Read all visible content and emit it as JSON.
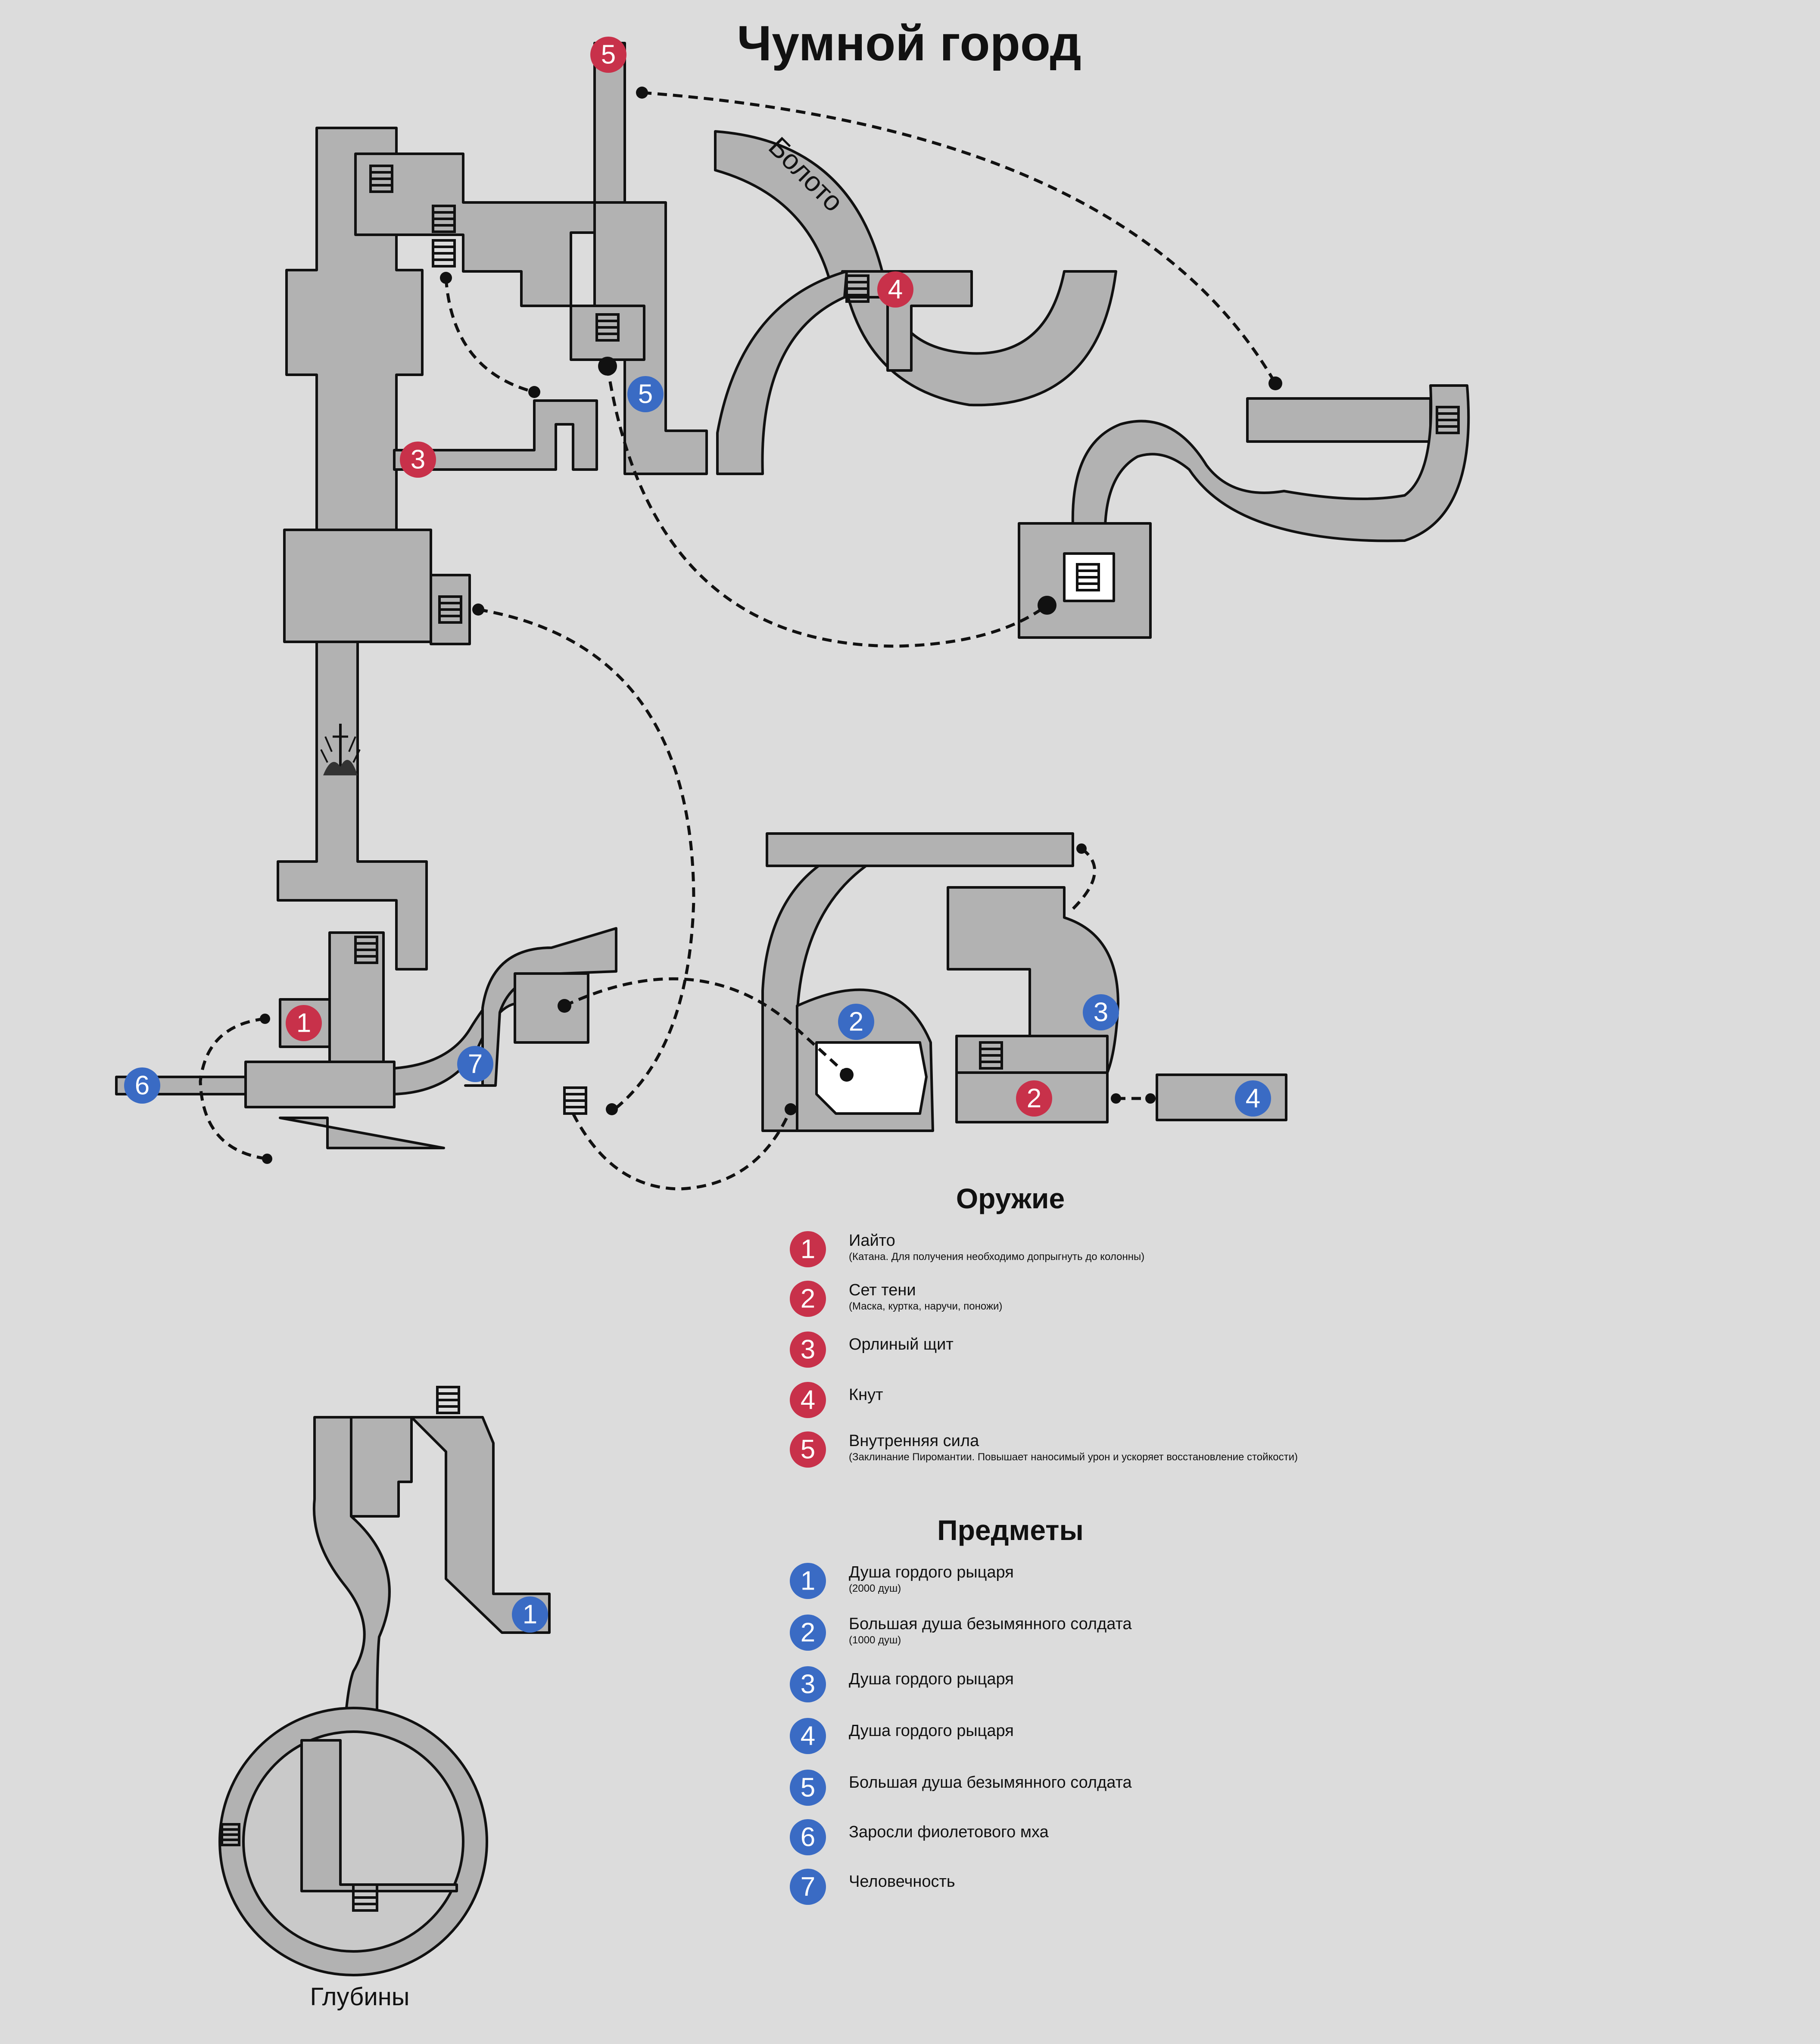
{
  "title": "Чумной город",
  "labels": {
    "swamp": "Болото",
    "depths": "Глубины"
  },
  "colors": {
    "background": "#dcdcdc",
    "room_fill": "#b2b2b2",
    "outline": "#111111",
    "weapon_marker": "#c8314a",
    "item_marker": "#3a6bc4"
  },
  "legend": {
    "weapons": {
      "heading": "Оружие",
      "entries": [
        {
          "num": "1",
          "name": "Иайто",
          "note": "(Катана. Для получения необходимо допрыгнуть до колонны)"
        },
        {
          "num": "2",
          "name": "Сет тени",
          "note": "(Маска, куртка, наручи, поножи)"
        },
        {
          "num": "3",
          "name": "Орлиный щит",
          "note": ""
        },
        {
          "num": "4",
          "name": "Кнут",
          "note": ""
        },
        {
          "num": "5",
          "name": "Внутренняя сила",
          "note": "(Заклинание Пиромантии. Повышает наносимый урон и ускоряет восстановление стойкости)"
        }
      ]
    },
    "items": {
      "heading": "Предметы",
      "entries": [
        {
          "num": "1",
          "name": "Душа гордого рыцаря",
          "note": "(2000 душ)"
        },
        {
          "num": "2",
          "name": "Большая душа безымянного солдата",
          "note": "(1000 душ)"
        },
        {
          "num": "3",
          "name": "Душа гордого рыцаря",
          "note": ""
        },
        {
          "num": "4",
          "name": "Душа гордого рыцаря",
          "note": ""
        },
        {
          "num": "5",
          "name": "Большая душа безымянного солдата",
          "note": ""
        },
        {
          "num": "6",
          "name": "Заросли фиолетового мха",
          "note": ""
        },
        {
          "num": "7",
          "name": "Человечность",
          "note": ""
        }
      ]
    }
  },
  "map_markers": {
    "weapons": [
      "1",
      "2",
      "3",
      "4",
      "5"
    ],
    "items": [
      "1",
      "2",
      "3",
      "4",
      "5",
      "6",
      "7"
    ]
  },
  "icons": [
    "ladder-icon",
    "bonfire-icon"
  ]
}
